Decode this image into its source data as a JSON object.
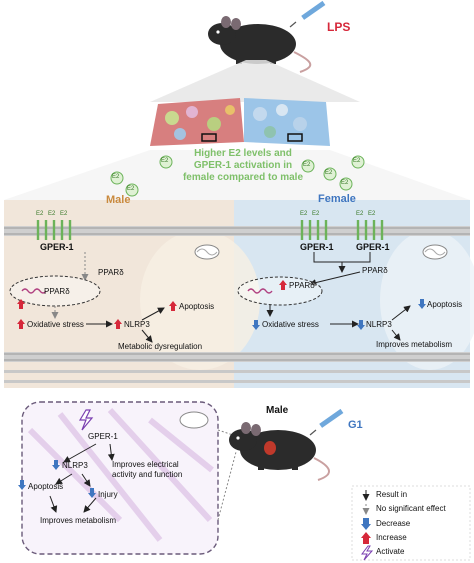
{
  "top": {
    "stimulus": "LPS",
    "summary_line1": "Higher E2 levels and",
    "summary_line2": "GPER-1 activation in",
    "summary_line3": "female compared to male",
    "hormone_label": "E2"
  },
  "male_panel": {
    "title": "Male",
    "receptor": "GPER-1",
    "ppar_outside": "PPARδ",
    "ppar_inside": "PPARδ",
    "oxidative": "Oxidative stress",
    "nlrp3": "NLRP3",
    "apoptosis": "Apoptosis",
    "outcome": "Metabolic dysregulation"
  },
  "female_panel": {
    "title": "Female",
    "receptor_a": "GPER-1",
    "receptor_b": "GPER-1",
    "ppar_outside": "PPARδ",
    "ppar_inside": "PPARδ",
    "oxidative": "Oxidative stress",
    "nlrp3": "NLRP3",
    "apoptosis": "Apoptosis",
    "outcome": "Improves metabolism"
  },
  "bottom_panel": {
    "receptor": "GPER-1",
    "nlrp3": "NLRP3",
    "electrical_line1": "Improves electrical",
    "electrical_line2": "activity and function",
    "apoptosis": "Apoptosis",
    "injury": "Injury",
    "outcome": "Improves metabolism",
    "mouse_label": "Male",
    "drug": "G1"
  },
  "legend": {
    "result_in": "Result in",
    "no_effect": "No significant effect",
    "decrease": "Decrease",
    "increase": "Increase",
    "activate": "Activate"
  },
  "colors": {
    "increase": "#d6283a",
    "decrease": "#3f76c0",
    "male_title": "#c98a3e",
    "female_title": "#3f76c0",
    "summary_text": "#7fc06a",
    "activate": "#7a3fb0"
  }
}
